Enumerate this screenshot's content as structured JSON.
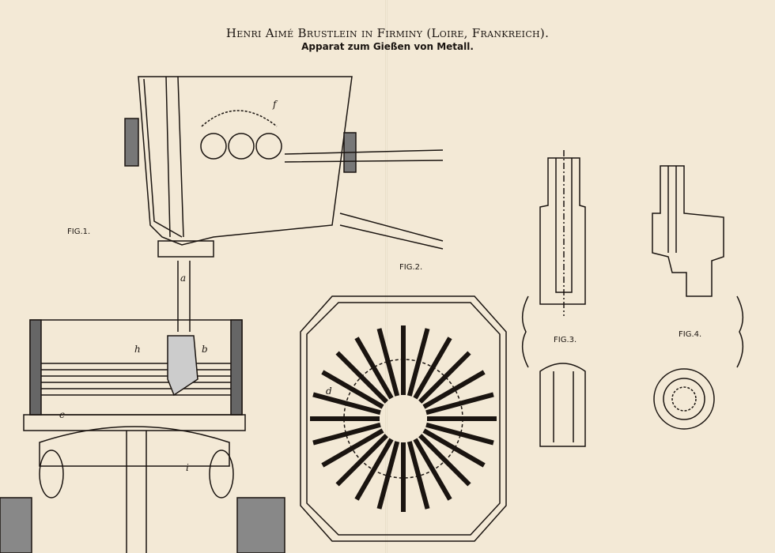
{
  "header": {
    "inventor": "Henri Aimé Brustlein in Firminy (Loire, Frankreich).",
    "title": "Apparat zum Gießen von Metall."
  },
  "figures": {
    "fig1": "FIG.1.",
    "fig2": "FIG.2.",
    "fig3": "FIG.3.",
    "fig4": "FIG.4."
  },
  "letters": {
    "f": "f",
    "h": "h",
    "a": "a",
    "b": "b",
    "c": "c",
    "d": "d",
    "i": "i"
  }
}
